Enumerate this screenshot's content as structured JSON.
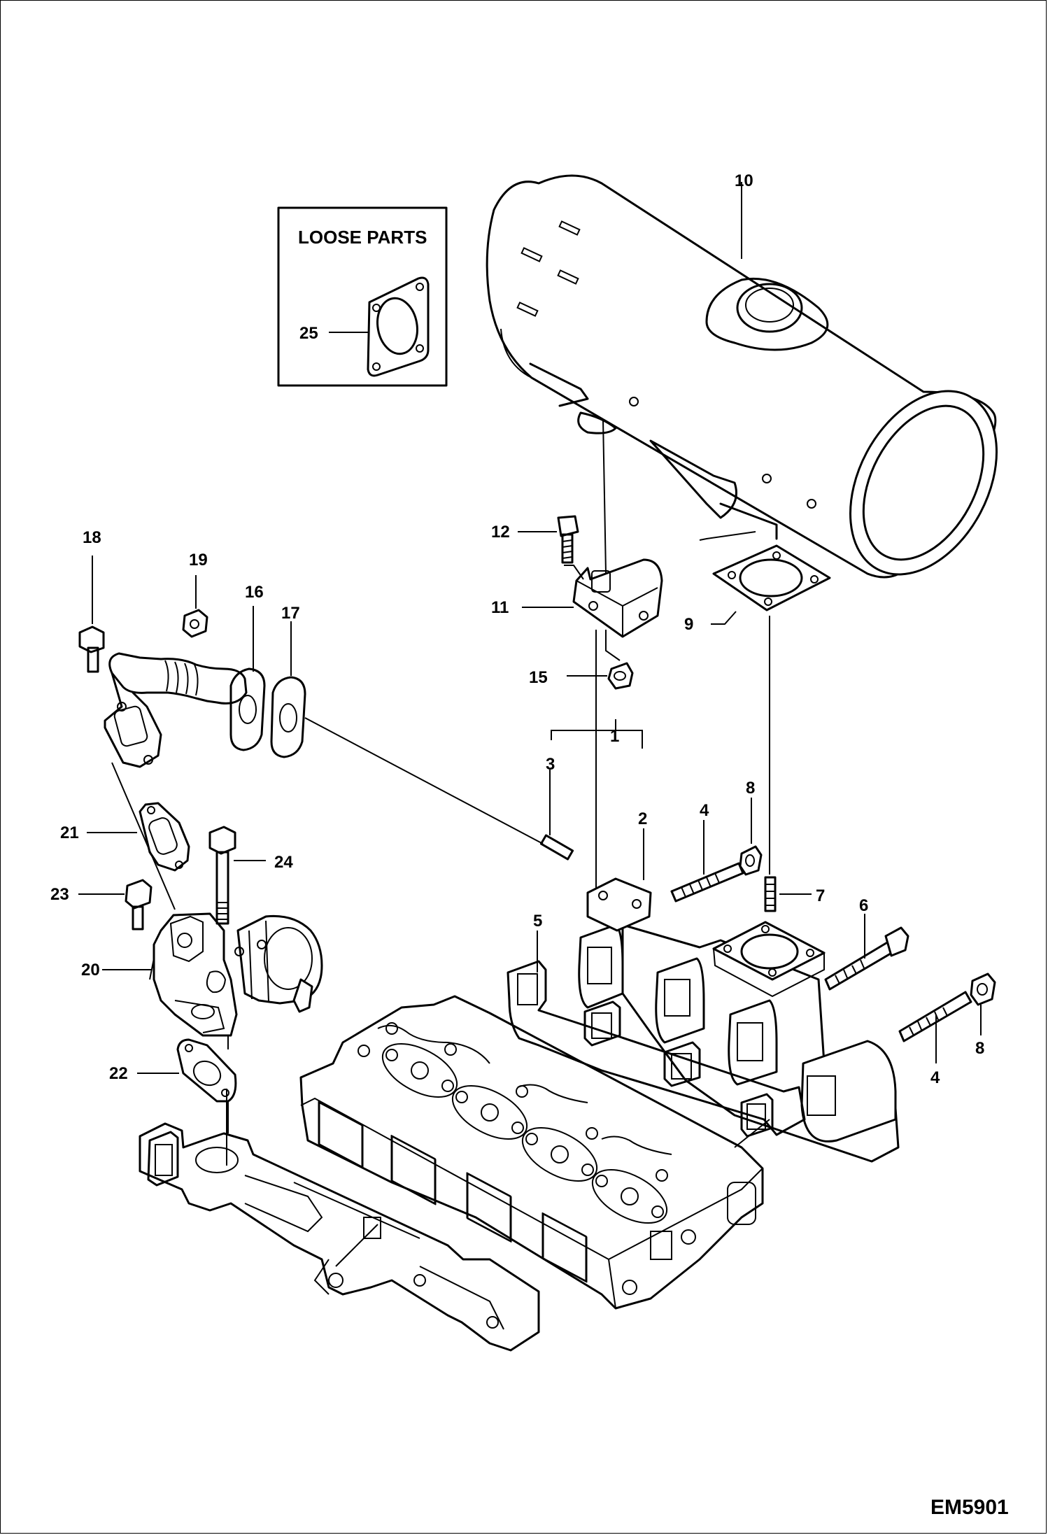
{
  "diagram": {
    "drawing_code": "EM5901",
    "loose_parts_title": "LOOSE PARTS",
    "callouts": [
      "1",
      "2",
      "3",
      "4",
      "5",
      "6",
      "7",
      "8",
      "9",
      "10",
      "11",
      "12",
      "15",
      "16",
      "17",
      "18",
      "19",
      "20",
      "21",
      "22",
      "23",
      "24",
      "25"
    ],
    "callout_4b": "4",
    "callout_8b": "8"
  }
}
